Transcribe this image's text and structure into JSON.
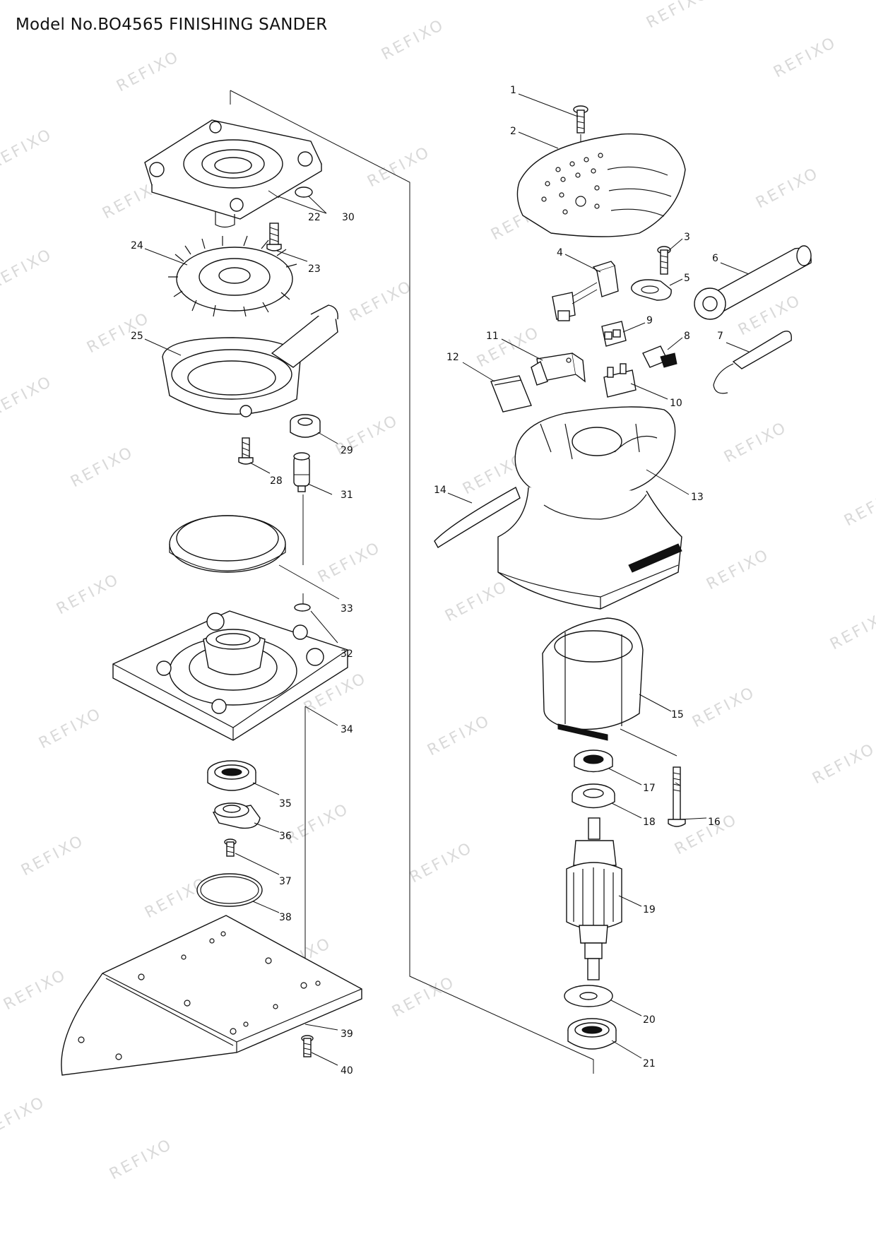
{
  "title": "Model No.BO4565 FINISHING SANDER",
  "watermark": "REFIXO",
  "parts": [
    {
      "id": "p1",
      "label": "1"
    },
    {
      "id": "p2",
      "label": "2"
    },
    {
      "id": "p3",
      "label": "3"
    },
    {
      "id": "p4",
      "label": "4"
    },
    {
      "id": "p5",
      "label": "5"
    },
    {
      "id": "p6",
      "label": "6"
    },
    {
      "id": "p7",
      "label": "7"
    },
    {
      "id": "p8",
      "label": "8"
    },
    {
      "id": "p9",
      "label": "9"
    },
    {
      "id": "p10",
      "label": "10"
    },
    {
      "id": "p11",
      "label": "11"
    },
    {
      "id": "p12",
      "label": "12"
    },
    {
      "id": "p13",
      "label": "13"
    },
    {
      "id": "p14",
      "label": "14"
    },
    {
      "id": "p15",
      "label": "15"
    },
    {
      "id": "p16",
      "label": "16"
    },
    {
      "id": "p17",
      "label": "17"
    },
    {
      "id": "p18",
      "label": "18"
    },
    {
      "id": "p19",
      "label": "19"
    },
    {
      "id": "p20",
      "label": "20"
    },
    {
      "id": "p21",
      "label": "21"
    },
    {
      "id": "p22",
      "label": "22"
    },
    {
      "id": "p23",
      "label": "23"
    },
    {
      "id": "p24",
      "label": "24"
    },
    {
      "id": "p25",
      "label": "25"
    },
    {
      "id": "p28",
      "label": "28"
    },
    {
      "id": "p29",
      "label": "29"
    },
    {
      "id": "p30",
      "label": "30"
    },
    {
      "id": "p31",
      "label": "31"
    },
    {
      "id": "p32",
      "label": "32"
    },
    {
      "id": "p33",
      "label": "33"
    },
    {
      "id": "p34",
      "label": "34"
    },
    {
      "id": "p35",
      "label": "35"
    },
    {
      "id": "p36",
      "label": "36"
    },
    {
      "id": "p37",
      "label": "37"
    },
    {
      "id": "p38",
      "label": "38"
    },
    {
      "id": "p39",
      "label": "39"
    },
    {
      "id": "p40",
      "label": "40"
    }
  ]
}
